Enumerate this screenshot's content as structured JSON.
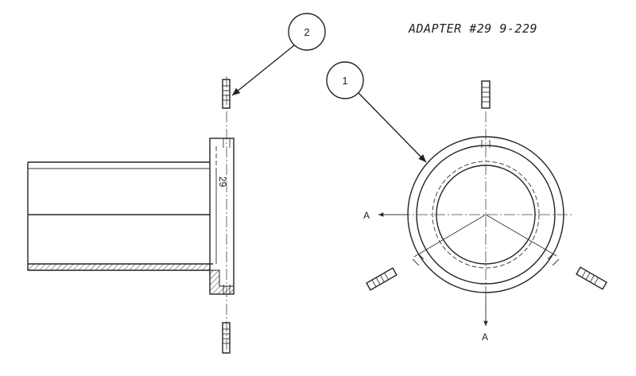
{
  "title": "ADAPTER #29 9-229",
  "balloons": [
    {
      "id": "balloon-2",
      "label": "2"
    },
    {
      "id": "balloon-1",
      "label": "1"
    }
  ],
  "dimension_label": "29",
  "section_markers": {
    "left": "A",
    "bottom": "A"
  }
}
